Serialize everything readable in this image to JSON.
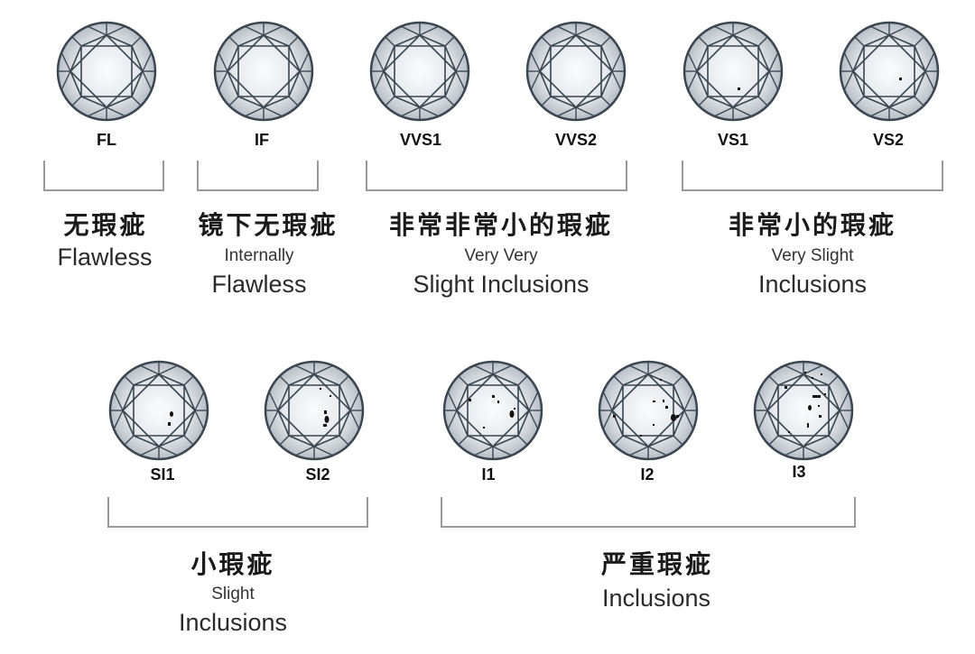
{
  "colors": {
    "outline": "#3c4650",
    "face_center": "#f4f6f8",
    "face_edge": "#9aa4ad",
    "inclusion": "#111111",
    "bracket": "#9a9a9a"
  },
  "grades": [
    {
      "code": "FL",
      "inclusions": 0
    },
    {
      "code": "IF",
      "inclusions": 0
    },
    {
      "code": "VVS1",
      "inclusions": 0
    },
    {
      "code": "VVS2",
      "inclusions": 0
    },
    {
      "code": "VS1",
      "inclusions": 1
    },
    {
      "code": "VS2",
      "inclusions": 1
    },
    {
      "code": "SI1",
      "inclusions": 2
    },
    {
      "code": "SI2",
      "inclusions": 5
    },
    {
      "code": "I1",
      "inclusions": 6
    },
    {
      "code": "I2",
      "inclusions": 9
    },
    {
      "code": "I3",
      "inclusions": 11
    }
  ],
  "groups": [
    {
      "cn": "无瑕疵",
      "en_small": "",
      "en_large": "Flawless"
    },
    {
      "cn": "镜下无瑕疵",
      "en_small": "Internally",
      "en_large": "Flawless"
    },
    {
      "cn": "非常非常小的瑕疵",
      "en_small": "Very Very",
      "en_large": "Slight Inclusions"
    },
    {
      "cn": "非常小的瑕疵",
      "en_small": "Very Slight",
      "en_large": "Inclusions"
    },
    {
      "cn": "小瑕疵",
      "en_small": "Slight",
      "en_large": "Inclusions"
    },
    {
      "cn": "严重瑕疵",
      "en_small": "",
      "en_large": "Inclusions"
    }
  ]
}
